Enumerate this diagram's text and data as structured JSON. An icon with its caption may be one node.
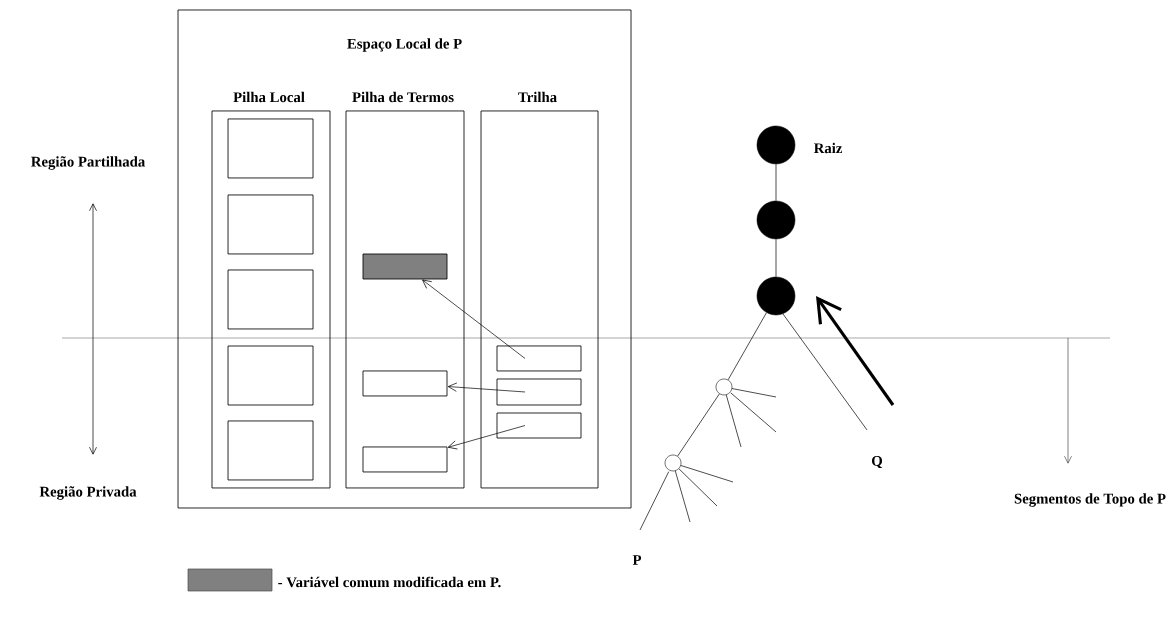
{
  "diagram": {
    "nodes": [
      {
        "text": [
          "Espaço Local de P"
        ]
      },
      {
        "text": [
          "Pilha Local"
        ],
        "in": 0
      },
      {
        "text": [
          "Pilha de Termos"
        ],
        "in": 0
      },
      {
        "text": [
          "Trilha"
        ],
        "in": 0
      },
      {
        "text": [],
        "shape": "box",
        "in": 1
      },
      {
        "text": [],
        "shape": "box",
        "in": 1
      },
      {
        "text": [],
        "shape": "box",
        "in": 1
      },
      {
        "text": [],
        "shape": "box",
        "in": 1
      },
      {
        "text": [],
        "shape": "box",
        "in": 1
      },
      {
        "text": [],
        "shape": "box",
        "in": 2
      },
      {
        "text": [],
        "shape": "box",
        "in": 2
      },
      {
        "text": [],
        "shape": "box",
        "in": 2
      },
      {
        "text": [],
        "shape": "box",
        "in": 3
      },
      {
        "text": [],
        "shape": "box",
        "in": 3
      },
      {
        "text": [],
        "shape": "box",
        "in": 3
      },
      {
        "text": [],
        "shape": "circle",
        "beside": [
          "Raiz"
        ]
      },
      {
        "text": [],
        "shape": "circle"
      },
      {
        "text": [],
        "shape": "circle"
      },
      {
        "text": [],
        "shape": "circle"
      },
      {
        "text": [],
        "shape": "circle"
      }
    ],
    "edges": [
      {
        "from": 12,
        "to": 9,
        "arrow": "to"
      },
      {
        "from": 13,
        "to": 10,
        "arrow": "to"
      },
      {
        "from": 14,
        "to": 11,
        "arrow": "to"
      },
      {
        "from": 15,
        "to": 16,
        "arrow": "none"
      },
      {
        "from": 16,
        "to": 17,
        "arrow": "none"
      },
      {
        "from": 17,
        "to": 18,
        "arrow": "none"
      },
      {
        "from": 18,
        "to": 19,
        "arrow": "none"
      },
      {
        "from": null,
        "to": 17,
        "arrow": "to",
        "style": "thick"
      }
    ],
    "labels": [
      "Região Partilhada",
      "Região Privada",
      "Q",
      "P",
      "Segmentos de Topo de P"
    ],
    "legend": [
      {
        "text": "- Variável comum modificada em P.",
        "color": "#808080"
      }
    ]
  }
}
